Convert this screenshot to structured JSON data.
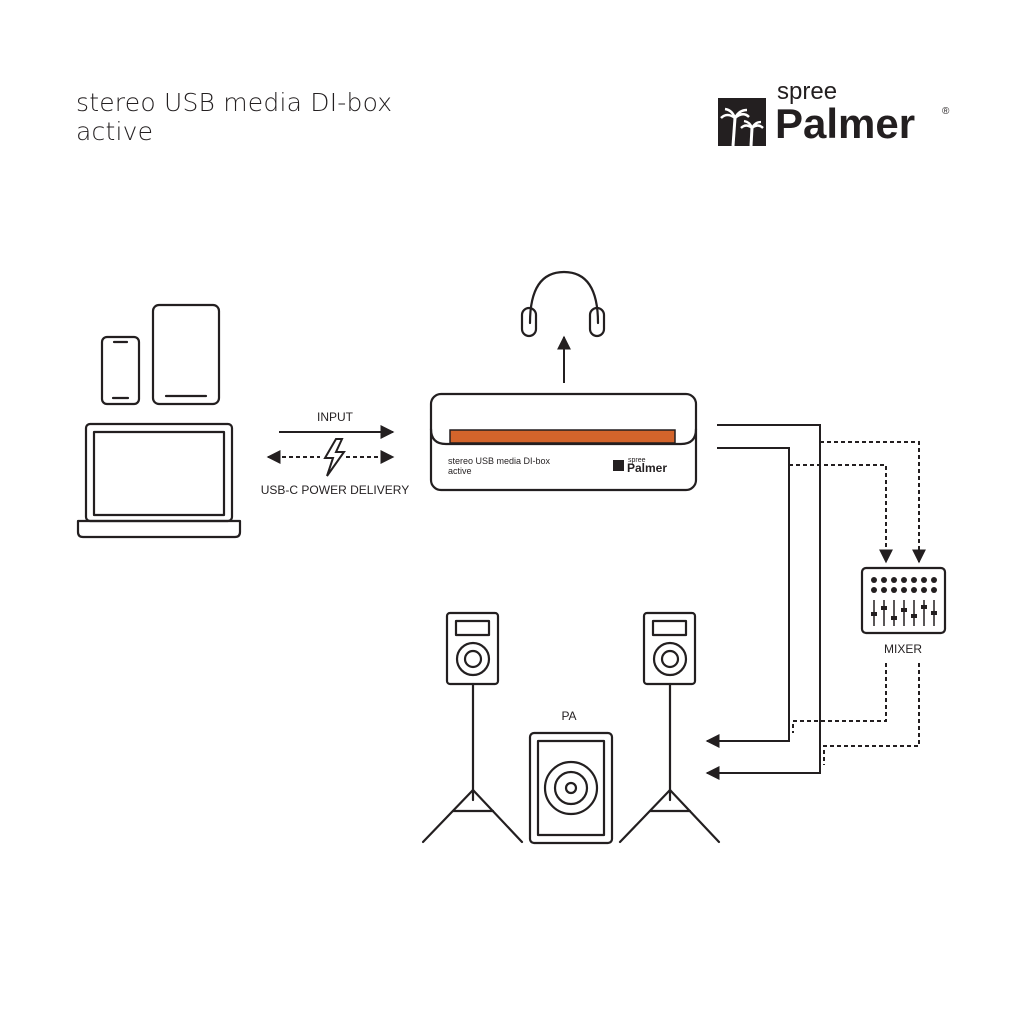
{
  "title": {
    "line1": "stereo USB media DI-box",
    "line2": "active"
  },
  "brand": {
    "sub": "spree",
    "name": "Palmer",
    "registered": "®"
  },
  "labels": {
    "input": "INPUT",
    "power": "USB-C POWER DELIVERY",
    "mixer": "MIXER",
    "pa": "PA"
  },
  "device": {
    "label_line1": "stereo USB media DI-box",
    "label_line2": "active",
    "brand_sub": "spree",
    "brand_name": "Palmer",
    "accent_color": "#d3642b"
  },
  "icons": [
    "palm-logo-icon",
    "phone-icon",
    "tablet-icon",
    "laptop-icon",
    "lightning-icon",
    "headphones-icon",
    "speaker-icon",
    "subwoofer-icon",
    "tripod-icon",
    "mixer-icon"
  ]
}
